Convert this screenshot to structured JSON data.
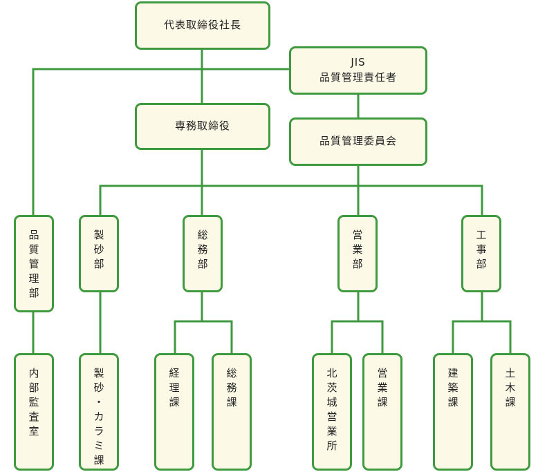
{
  "nodes": {
    "ceo": "代表取締役社長",
    "jis_l1": "JIS",
    "jis_l2": "品質管理責任者",
    "senmu": "専務取締役",
    "committee": "品質管理委員会",
    "qc_dept": "品質管理部",
    "seisa_dept": "製砂部",
    "soumu_dept": "総務部",
    "eigyo_dept": "営業部",
    "kouji_dept": "工事部",
    "audit_room": "内部監査室",
    "seisa_sec": "製砂・カラミ課",
    "keiri_sec": "経理課",
    "soumu_sec": "総務課",
    "kitaibaraki_office": "北茨城営業所",
    "eigyo_sec": "営業課",
    "kenchiku_sec": "建築課",
    "doboku_sec": "土木課"
  },
  "colors": {
    "line": "#3f9a3f",
    "box_fill": "#fcf9e6",
    "box_border": "#3f9a3f"
  }
}
